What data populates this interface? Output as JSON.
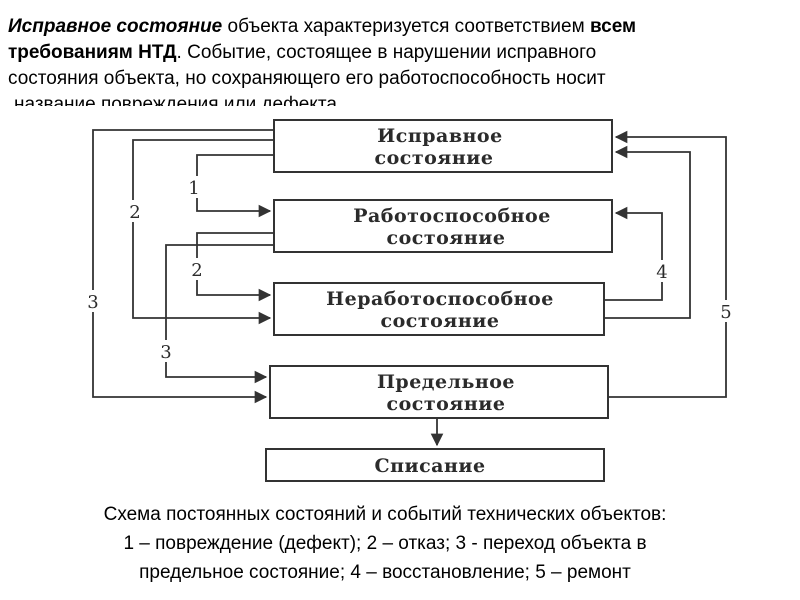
{
  "intro": {
    "line1": {
      "ital": "Исправное состояние",
      "text": " объекта характеризуется соответствием ",
      "bold": "всем"
    },
    "line2": {
      "bold": "требованиям НТД",
      "text": ". Событие, состоящее  в нарушении  исправного"
    },
    "line3": "состояния объекта, но  сохраняющего   его  работоспособность носит",
    "line4": "название повреждения или дефекта."
  },
  "diagram": {
    "boxes": {
      "ispravnoe": [
        "Исправное",
        "состояние"
      ],
      "rabotosposobnoe": [
        "Работоспособное",
        "состояние"
      ],
      "nerabotosposobnoe": [
        "Неработоспособное",
        "состояние"
      ],
      "predelnoe": [
        "Предельное",
        "состояние"
      ],
      "spisanie": "Списание"
    },
    "event_labels": {
      "damage": "1",
      "failure_a": "2",
      "failure_b": "2",
      "limit_a": "3",
      "limit_b": "3",
      "restore": "4",
      "repair": "5"
    },
    "line_color": "#333333"
  },
  "caption": {
    "line1": "Схема постоянных состояний и событий  технических объектов:",
    "line2": "1 – повреждение (дефект); 2 – отказ; 3 -  переход объекта в",
    "line3": "предельное состояние; 4 – восстановление; 5 – ремонт"
  }
}
